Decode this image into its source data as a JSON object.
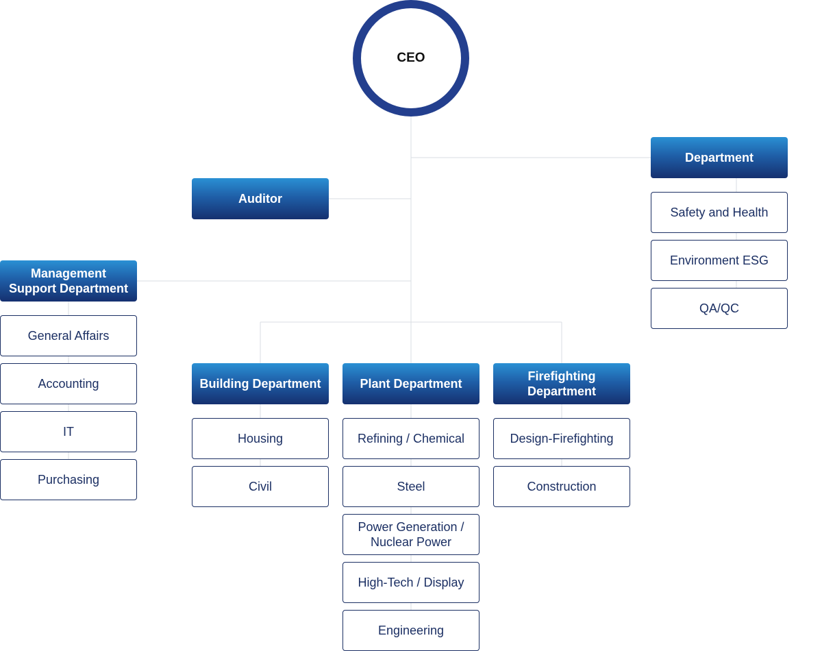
{
  "ceo": {
    "label": "CEO"
  },
  "auditor": {
    "label": "Auditor"
  },
  "department": {
    "label": "Department",
    "items": [
      "Safety and Health",
      "Environment ESG",
      "QA/QC"
    ]
  },
  "management": {
    "label_line1": "Management",
    "label_line2": "Support Department",
    "items": [
      "General Affairs",
      "Accounting",
      "IT",
      "Purchasing"
    ]
  },
  "building": {
    "label": "Building Department",
    "items": [
      "Housing",
      "Civil"
    ]
  },
  "plant": {
    "label": "Plant Department",
    "items": [
      "Refining / Chemical",
      "Steel",
      "Power Generation /",
      "Nuclear Power",
      "High-Tech / Display",
      "Engineering"
    ]
  },
  "firefighting": {
    "label_line1": "Firefighting",
    "label_line2": "Department",
    "items": [
      "Design-Firefighting",
      "Construction"
    ]
  },
  "colors": {
    "primary": "#233f8e",
    "accent": "#2a90d4",
    "text": "#1b2f63",
    "line": "#d9dde3"
  }
}
